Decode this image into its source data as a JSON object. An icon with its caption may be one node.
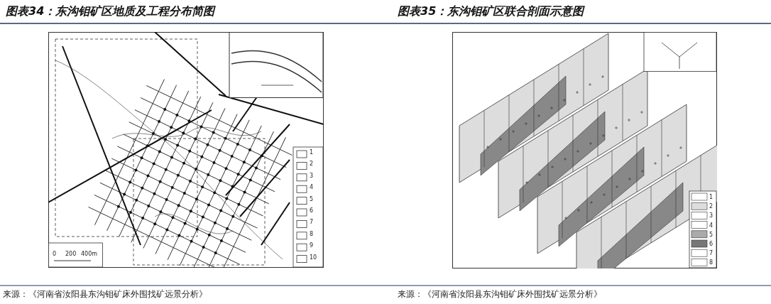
{
  "diagram": {
    "labels": [
      "图表34：东沟钼矿区地质及工程分布简图",
      "图表35：东沟钼矿区联合剖面示意图",
      "1",
      "2",
      "3",
      "4",
      "5",
      "6",
      "7",
      "8",
      "9",
      "10",
      "0",
      "200",
      "400m",
      "1",
      "2",
      "3",
      "4",
      "5",
      "6",
      "7",
      "8",
      "来源：《河南省汝阳县东沟钼矿床外围找矿远景分析》",
      "来源：《河南省汝阳县东沟钼矿床外围找矿远景分析》"
    ]
  }
}
